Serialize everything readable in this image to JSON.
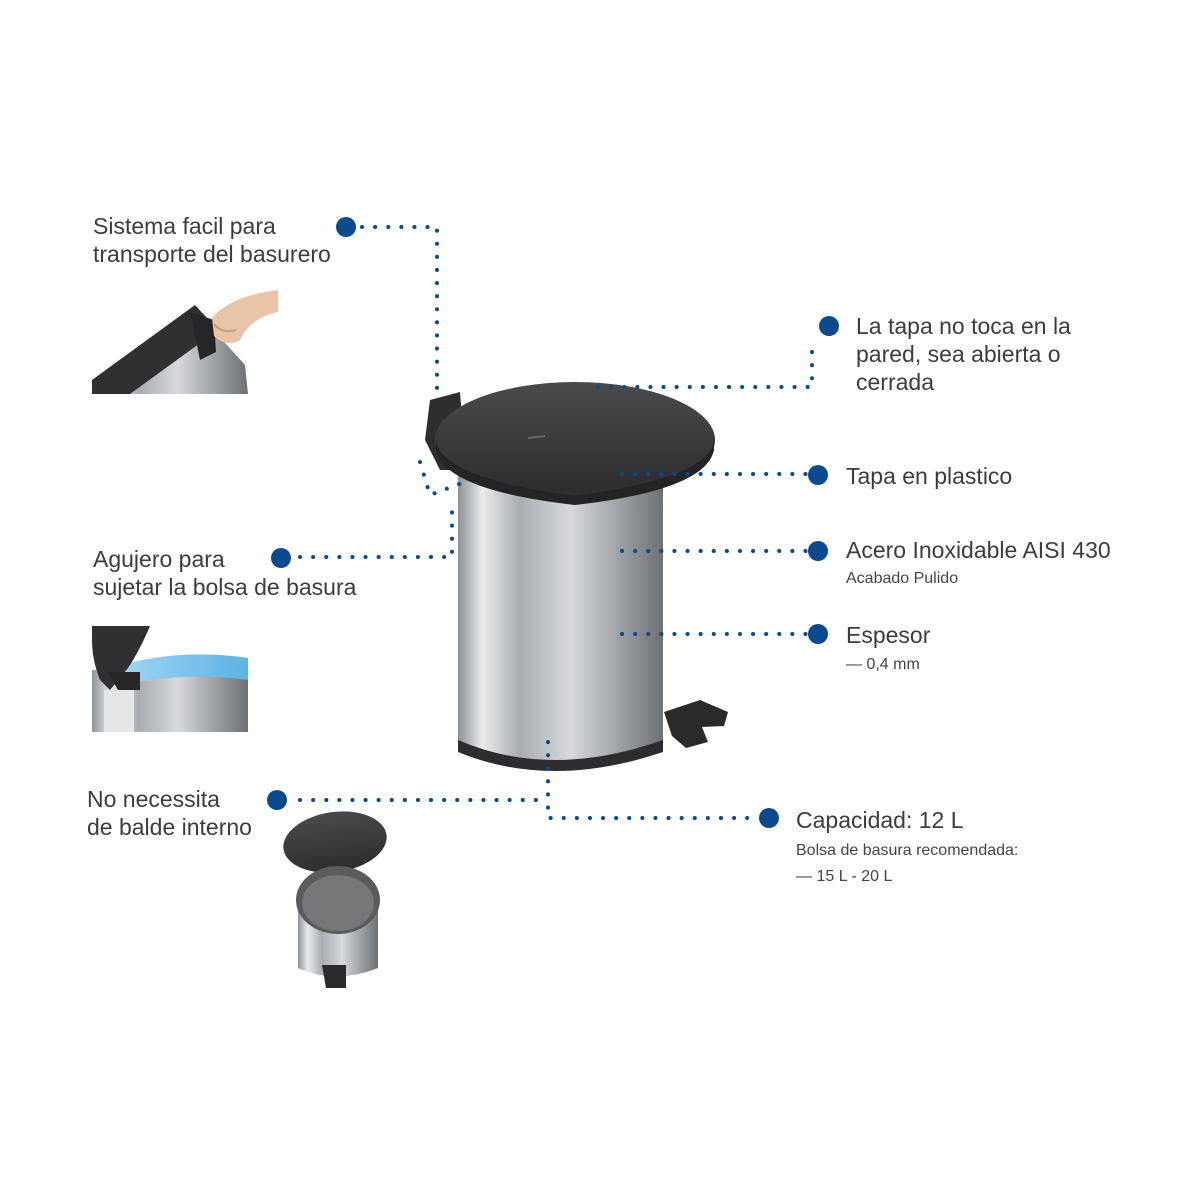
{
  "colors": {
    "accent": "#0b4a8e",
    "lid": "#3b3b3d",
    "steel": "#b9bcbf",
    "bag": "#7fc4ec"
  },
  "features": {
    "transport": {
      "text": "Sistema facil para\ntransporte del basurero"
    },
    "lid_wall": {
      "text": "La tapa no toca en la\npared, sea abierta o\ncerrada"
    },
    "lid_plastic": {
      "text": "Tapa en plastico"
    },
    "steel": {
      "text": "Acero Inoxidable AISI 430",
      "sub": "Acabado Pulido"
    },
    "bag_hole": {
      "text": "Agujero para\nsujetar la bolsa de basura"
    },
    "thickness": {
      "text": "Espesor",
      "sub": "— 0,4 mm"
    },
    "no_bucket": {
      "text": "No necessita\nde balde interno"
    },
    "capacity": {
      "text": "Capacidad: 12 L",
      "sub": "Bolsa de basura recomendada:\n— 15 L - 20 L"
    }
  },
  "icons": [
    "hand-lift-illustration",
    "bag-clip-illustration",
    "open-bin-illustration",
    "pedal-bin-illustration"
  ]
}
